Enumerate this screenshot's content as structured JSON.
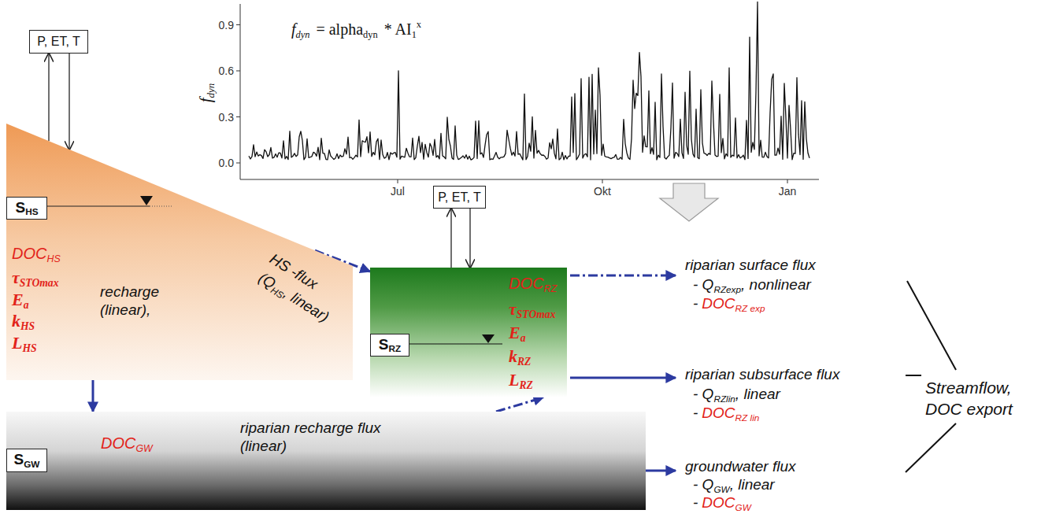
{
  "diagram": {
    "nodes": [
      {
        "text": [
          "P, ET, T"
        ]
      },
      {
        "text": [
          "DOC",
          "HS",
          "τ",
          "STOmax",
          "E",
          "a",
          "k",
          "HS",
          "L",
          "HS",
          "recharge (linear),"
        ]
      },
      {
        "text": [
          "S",
          "HS"
        ],
        "in": 1
      },
      {
        "text": [
          "P, ET, T"
        ]
      },
      {
        "text": [
          "DOC",
          "RZ",
          "τ",
          "STOmax",
          "E",
          "a",
          "k",
          "RZ",
          "L",
          "RZ"
        ]
      },
      {
        "text": [
          "S",
          "RZ"
        ],
        "in": 4
      },
      {
        "text": [
          "DOC",
          "GW"
        ]
      },
      {
        "text": [
          "S",
          "GW"
        ],
        "in": 6
      }
    ],
    "edges": [
      {
        "from": 1,
        "to": 0,
        "arrow": "to"
      },
      {
        "from": 0,
        "to": 1,
        "arrow": "to"
      },
      {
        "from": 1,
        "to": 6,
        "arrow": "to"
      },
      {
        "from": 1,
        "to": 4,
        "label": "HS -flux",
        "arrow": "to"
      },
      {
        "from": 4,
        "to": 3,
        "arrow": "to"
      },
      {
        "from": 3,
        "to": 4,
        "arrow": "to"
      },
      {
        "from": 6,
        "to": 4,
        "label": "riparian recharge flux (linear)",
        "arrow": "to"
      }
    ],
    "labels": [
      "f",
      "dyn",
      "= alpha",
      "dyn",
      "* AI",
      "1",
      "x",
      "f",
      "dyn",
      "0.0",
      "0.3",
      "0.6",
      "0.9",
      "Jul",
      "Okt",
      "Jan",
      "(Q",
      "HS",
      ", linear)",
      "riparian surface flux",
      "- Q",
      "RZexp",
      ", nonlinear",
      "-",
      "DOC",
      "RZ exp",
      "riparian subsurface flux",
      "- Q",
      "RZlin",
      ", linear",
      "-",
      "DOC",
      "RZ lin",
      "groundwater flux",
      "- Q",
      "GW",
      ", linear",
      "-",
      "DOC",
      "GW",
      "Streamflow,",
      "DOC export"
    ]
  }
}
